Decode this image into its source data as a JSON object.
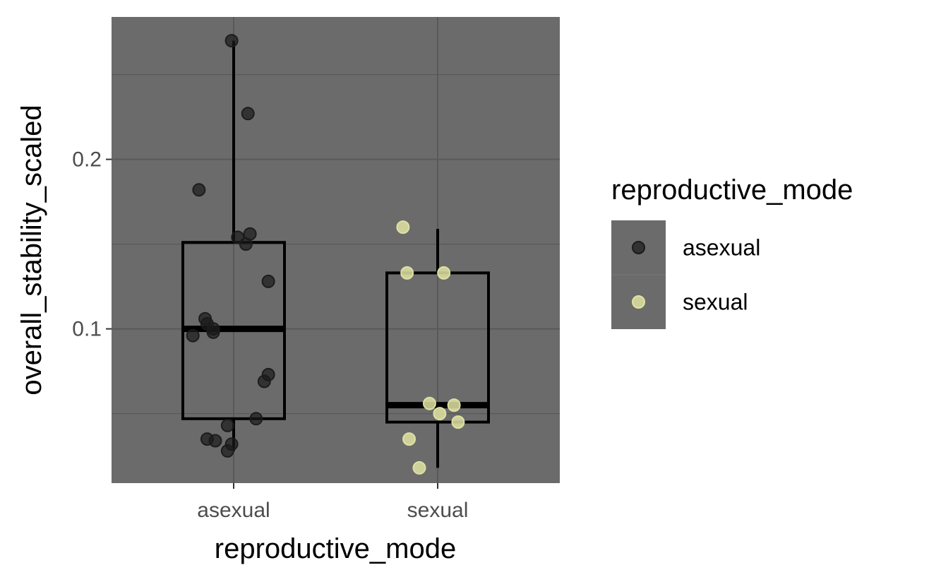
{
  "chart_data": {
    "type": "boxplot",
    "xlabel": "reproductive_mode",
    "ylabel": "overall_stability_scaled",
    "categories": [
      "asexual",
      "sexual"
    ],
    "ylim": [
      0.009,
      0.284
    ],
    "yticks": [
      0.1,
      0.2
    ],
    "ytick_labels": [
      "0.1",
      "0.2"
    ],
    "minor_yticks": [
      0.05,
      0.15,
      0.25
    ],
    "grid": true,
    "panel_color": "#6b6b6b",
    "grid_color": "#595959",
    "boxes": [
      {
        "category": "asexual",
        "whisker_low": 0.028,
        "q1": 0.047,
        "median": 0.1,
        "q3": 0.151,
        "whisker_high": 0.27
      },
      {
        "category": "sexual",
        "whisker_low": 0.018,
        "q1": 0.045,
        "median": 0.055,
        "q3": 0.133,
        "whisker_high": 0.159
      }
    ],
    "series": [
      {
        "name": "asexual",
        "color": "#1a1a1a",
        "points": [
          {
            "x": "asexual",
            "jitter": -0.01,
            "y": 0.27
          },
          {
            "x": "asexual",
            "jitter": 0.07,
            "y": 0.227
          },
          {
            "x": "asexual",
            "jitter": -0.17,
            "y": 0.182
          },
          {
            "x": "asexual",
            "jitter": 0.02,
            "y": 0.154
          },
          {
            "x": "asexual",
            "jitter": 0.08,
            "y": 0.156
          },
          {
            "x": "asexual",
            "jitter": 0.06,
            "y": 0.15
          },
          {
            "x": "asexual",
            "jitter": 0.17,
            "y": 0.128
          },
          {
            "x": "asexual",
            "jitter": -0.14,
            "y": 0.106
          },
          {
            "x": "asexual",
            "jitter": -0.13,
            "y": 0.103
          },
          {
            "x": "asexual",
            "jitter": -0.1,
            "y": 0.1
          },
          {
            "x": "asexual",
            "jitter": -0.2,
            "y": 0.096
          },
          {
            "x": "asexual",
            "jitter": -0.1,
            "y": 0.098
          },
          {
            "x": "asexual",
            "jitter": 0.17,
            "y": 0.073
          },
          {
            "x": "asexual",
            "jitter": 0.15,
            "y": 0.069
          },
          {
            "x": "asexual",
            "jitter": 0.11,
            "y": 0.047
          },
          {
            "x": "asexual",
            "jitter": -0.03,
            "y": 0.043
          },
          {
            "x": "asexual",
            "jitter": -0.13,
            "y": 0.035
          },
          {
            "x": "asexual",
            "jitter": -0.09,
            "y": 0.034
          },
          {
            "x": "asexual",
            "jitter": -0.01,
            "y": 0.032
          },
          {
            "x": "asexual",
            "jitter": -0.03,
            "y": 0.028
          }
        ]
      },
      {
        "name": "sexual",
        "color": "#e1e3a3",
        "points": [
          {
            "x": "sexual",
            "jitter": -0.17,
            "y": 0.16
          },
          {
            "x": "sexual",
            "jitter": -0.15,
            "y": 0.133
          },
          {
            "x": "sexual",
            "jitter": 0.03,
            "y": 0.133
          },
          {
            "x": "sexual",
            "jitter": -0.04,
            "y": 0.056
          },
          {
            "x": "sexual",
            "jitter": 0.08,
            "y": 0.055
          },
          {
            "x": "sexual",
            "jitter": 0.01,
            "y": 0.05
          },
          {
            "x": "sexual",
            "jitter": 0.1,
            "y": 0.045
          },
          {
            "x": "sexual",
            "jitter": -0.14,
            "y": 0.035
          },
          {
            "x": "sexual",
            "jitter": -0.09,
            "y": 0.018
          }
        ]
      }
    ],
    "legend": {
      "title": "reproductive_mode",
      "placement": "right",
      "items": [
        {
          "label": "asexual",
          "color": "#1a1a1a"
        },
        {
          "label": "sexual",
          "color": "#e1e3a3"
        }
      ]
    }
  }
}
